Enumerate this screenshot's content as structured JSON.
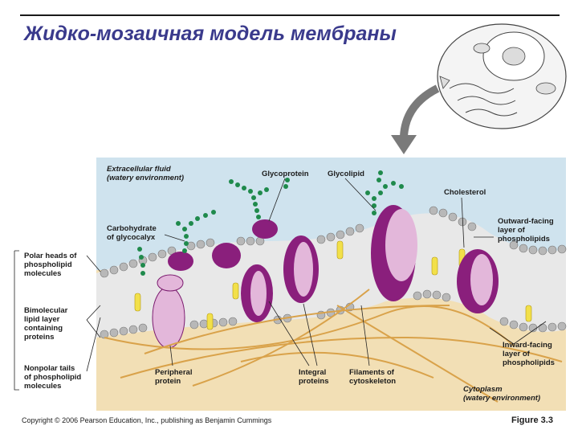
{
  "title": "Жидко-мозаичная модель мембраны",
  "labels": {
    "extracellular_line1": "Extracellular fluid",
    "extracellular_line2": "(watery environment)",
    "glycoprotein": "Glycoprotein",
    "glycolipid": "Glycolipid",
    "cholesterol": "Cholesterol",
    "carbohydrate_line1": "Carbohydrate",
    "carbohydrate_line2": "of glycocalyx",
    "outward_line1": "Outward-facing",
    "outward_line2": "layer of",
    "outward_line3": "phospholipids",
    "polar_line1": "Polar heads of",
    "polar_line2": "phospholipid",
    "polar_line3": "molecules",
    "bimolecular_line1": "Bimolecular",
    "bimolecular_line2": "lipid layer",
    "bimolecular_line3": "containing",
    "bimolecular_line4": "proteins",
    "nonpolar_line1": "Nonpolar tails",
    "nonpolar_line2": "of phospholipid",
    "nonpolar_line3": "molecules",
    "peripheral_line1": "Peripheral",
    "peripheral_line2": "protein",
    "integral_line1": "Integral",
    "integral_line2": "proteins",
    "filaments_line1": "Filaments of",
    "filaments_line2": "cytoskeleton",
    "inward_line1": "Inward-facing",
    "inward_line2": "layer of",
    "inward_line3": "phospholipids",
    "cytoplasm_line1": "Cytoplasm",
    "cytoplasm_line2": "(watery environment)"
  },
  "footer": {
    "copyright": "Copyright © 2006 Pearson Education, Inc., publishing as Benjamin Cummings",
    "figure": "Figure 3.3"
  },
  "colors": {
    "title": "#3a3a8c",
    "extracellular": "#cfe3ee",
    "cytoplasm": "#f2dfb5",
    "protein_dark": "#7a1a6e",
    "protein_light": "#e3b7da",
    "head": "#b8b8b8",
    "filament": "#d9a24a",
    "sugar": "#1f8a4c",
    "cholesterol": "#f2e04a"
  }
}
